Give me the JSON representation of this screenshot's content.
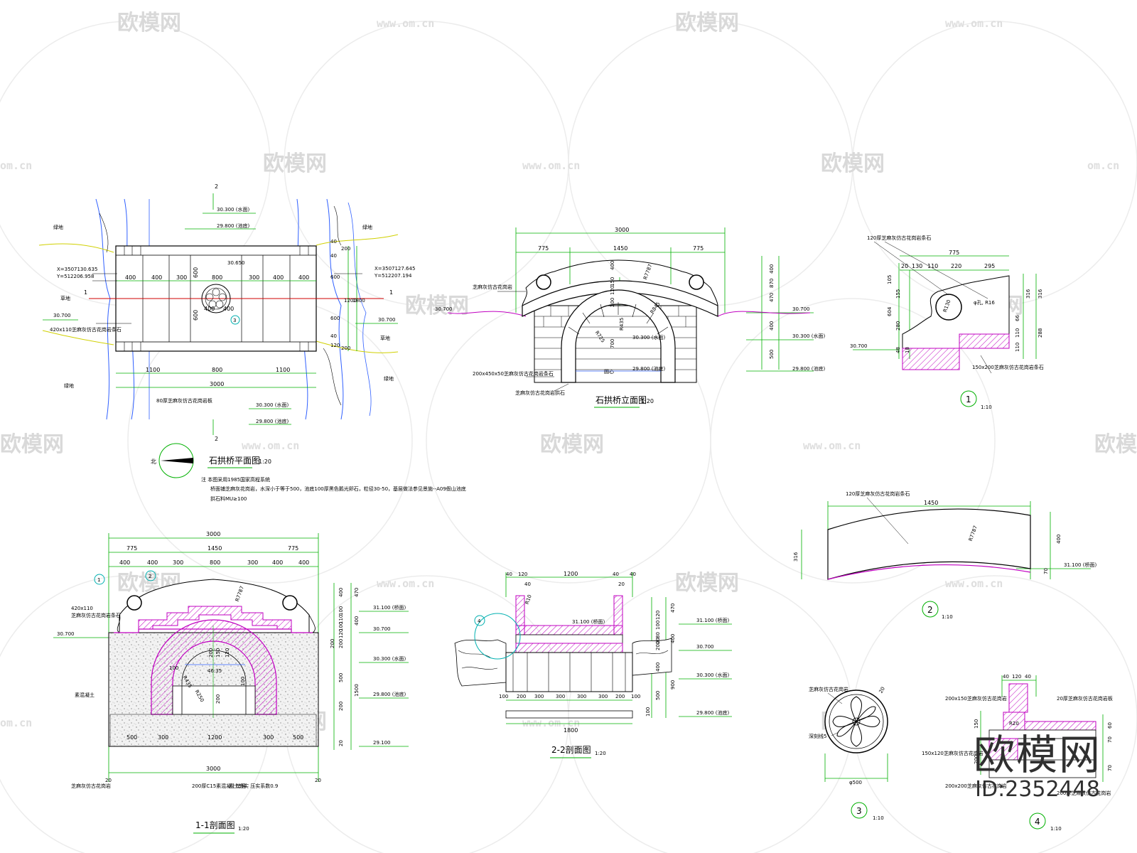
{
  "colors": {
    "dim_line": "#00b000",
    "outline": "#000000",
    "section_fill": "#c000c0",
    "bank_line": "#d0d000",
    "water_line": "#3060ff",
    "red_axis": "#d00000",
    "cyan_mark": "#00b0b0",
    "watermark": "#d9d9d9"
  },
  "watermarks": {
    "brand": "欧模网",
    "url": "www.om.cn",
    "url_partial": "om.cn"
  },
  "brand_stamp": {
    "name": "欧模网",
    "id": "ID:2352448"
  },
  "plan": {
    "title": "石拱桥平面图",
    "scale": "1:20",
    "north_label": "北",
    "section_mark": "2",
    "axis_mark": "1",
    "detail_mark": "3",
    "label_green_left_top": "绿地",
    "label_green_right_top": "绿地",
    "label_green_left_bottom": "绿地",
    "label_green_right_bottom": "绿地",
    "label_grass_left": "草地",
    "label_grass_right": "草地",
    "coord_left_x": "X=3507130.635",
    "coord_left_y": "Y=512206.958",
    "coord_right_x": "X=3507127.645",
    "coord_right_y": "Y=512207.194",
    "level_top_1": "30.300 (水面)",
    "level_top_2": "29.800 (池底)",
    "level_center": "30.650",
    "level_left": "30.700",
    "level_right": "30.700",
    "level_bottom_1": "30.300 (水面)",
    "level_bottom_2": "29.800 (池底)",
    "dims_top": [
      "400",
      "400",
      "300",
      "800",
      "300",
      "400",
      "400"
    ],
    "dims_inner": [
      "600",
      "600",
      "400",
      "400"
    ],
    "dims_right": [
      "40",
      "200",
      "40",
      "600",
      "1200",
      "1800",
      "600",
      "40",
      "120",
      "200"
    ],
    "dims_bottom": [
      "1100",
      "800",
      "1100"
    ],
    "dim_total": "3000",
    "note_paving": "420x110芝麻灰仿古花岗岩条石",
    "note_curb": "80厚芝麻灰仿古花岗岩板",
    "notes": [
      "注  本图采用1985国家高程系统",
      "桥面铺芝麻灰花岗岩，水深小于等于500，池底100厚黑色鹅光卵石，粒径30-50，基层做法参见景施--A09假山池底",
      "拱石料MU≥100"
    ]
  },
  "elevation": {
    "title": "石拱桥立面图",
    "scale": "1:20",
    "dim_total": "3000",
    "dims_top": [
      "775",
      "1450",
      "775"
    ],
    "radius_arc": "R7787",
    "dims_mid": [
      "400",
      "200",
      "120",
      "150"
    ],
    "radius_outer": "R845",
    "radius_inner": "R725",
    "radius_small": "R435",
    "dims_lower": [
      "700"
    ],
    "right_dims": [
      "400",
      "870",
      "470",
      "400",
      "500"
    ],
    "level_left": "30.700",
    "level_right": "30.700",
    "level_water": "30.300 (水面)",
    "level_bottom": "29.800 (池底)",
    "level_water_in": "30.300 (水面)",
    "level_bottom_in": "29.800 (池底)",
    "label_deck": "芝麻灰仿古花岗岩",
    "label_block": "200x450x50芝麻灰仿古花岗岩条石",
    "label_arch": "芝麻灰仿古花岗岩拱石",
    "label_axis": "圆心"
  },
  "section11": {
    "title": "1-1剖面图",
    "scale": "1:20",
    "dim_total": "3000",
    "dims_top": [
      "775",
      "1450",
      "775"
    ],
    "dims_second": [
      "400",
      "400",
      "300",
      "800",
      "300",
      "400",
      "400"
    ],
    "radius": "R7787",
    "callout_1": "1",
    "callout_2": "2",
    "label_stone": "420x110",
    "label_stone_2": "芝麻灰仿古花岗岩条石",
    "label_fill": "素混凝土",
    "label_deck": "芝麻灰仿古花岗岩",
    "label_base": "200厚C15素混凝土垫层",
    "label_soil": "素土夯实 压实系数0.9",
    "dims_bottom": [
      "500",
      "300",
      "1200",
      "300",
      "500"
    ],
    "dim_bottom_total": "3000",
    "dim_edge": "20",
    "inner_dims": [
      "200",
      "150",
      "100",
      "120",
      "200",
      "100"
    ],
    "inner_radius": "R435",
    "inner_radius_2": "R250",
    "angle": "46.35",
    "right_levels": [
      "31.100 (桥面)",
      "30.700",
      "30.300 (水面)",
      "29.800 (池底)",
      "29.100"
    ],
    "right_dims": [
      "400",
      "470",
      "400",
      "200",
      "500",
      "1500",
      "200",
      "20"
    ],
    "right_dims_small": [
      "100",
      "110",
      "100",
      "120",
      "200"
    ],
    "level_left": "30.700"
  },
  "section22": {
    "title": "2-2剖面图",
    "scale": "1:20",
    "callout": "4",
    "dims_top": [
      "40",
      "120",
      "1200",
      "40",
      "20",
      "40"
    ],
    "dim_small": "40",
    "radius": "R10",
    "level_deck": "31.100 (桥面)",
    "dims_bottom": [
      "100",
      "200",
      "300",
      "300",
      "300",
      "300",
      "200",
      "100"
    ],
    "dim_total": "1800",
    "right_levels": [
      "31.100 (桥面)",
      "30.700",
      "30.300 (水面)",
      "29.800 (池底)"
    ],
    "right_dims": [
      "470",
      "400",
      "200",
      "400",
      "500",
      "900",
      "100"
    ],
    "right_dims_small": [
      "120",
      "100",
      "80",
      "20"
    ]
  },
  "detail1": {
    "number": "1",
    "scale": "1:10",
    "label_top": "120厚芝麻灰仿古花岗岩条石",
    "dim_total": "775",
    "dims": [
      "20",
      "130",
      "110",
      "220",
      "295"
    ],
    "radius": "R130",
    "label_circle": "φ孔, R16",
    "left_dims": [
      "105",
      "155",
      "604",
      "280",
      "48",
      "18"
    ],
    "right_dims": [
      "316",
      "316",
      "66",
      "110",
      "288",
      "110"
    ],
    "level": "30.700",
    "label_bottom": "150x200芝麻灰仿古花岗岩条石"
  },
  "detail2": {
    "number": "2",
    "scale": "1:10",
    "label_top": "120厚芝麻灰仿古花岗岩条石",
    "dim_total": "1450",
    "radius": "R7787",
    "dim_left": "316",
    "dim_right": "400",
    "dim_right_small": "70",
    "level": "31.100 (桥面)"
  },
  "detail3": {
    "number": "3",
    "scale": "1:10",
    "label_top": "芝麻灰仿古花岗岩",
    "label_left": "深刻线5",
    "radius": "20",
    "dim": "φ500"
  },
  "detail4": {
    "number": "4",
    "scale": "1:10",
    "dims_top": [
      "40",
      "120",
      "40"
    ],
    "label_1": "200x150芝麻灰仿古花岗岩",
    "label_2": "20厚芝麻灰仿古花岗岩板",
    "label_3": "150x120芝麻灰仿古花岗岩",
    "label_4": "200x200芝麻灰仿古花岗岩",
    "label_5": "200厚芝麻灰仿古花岗岩",
    "dims_side": [
      "150",
      "200",
      "60",
      "70",
      "70"
    ],
    "radius": "R20"
  }
}
